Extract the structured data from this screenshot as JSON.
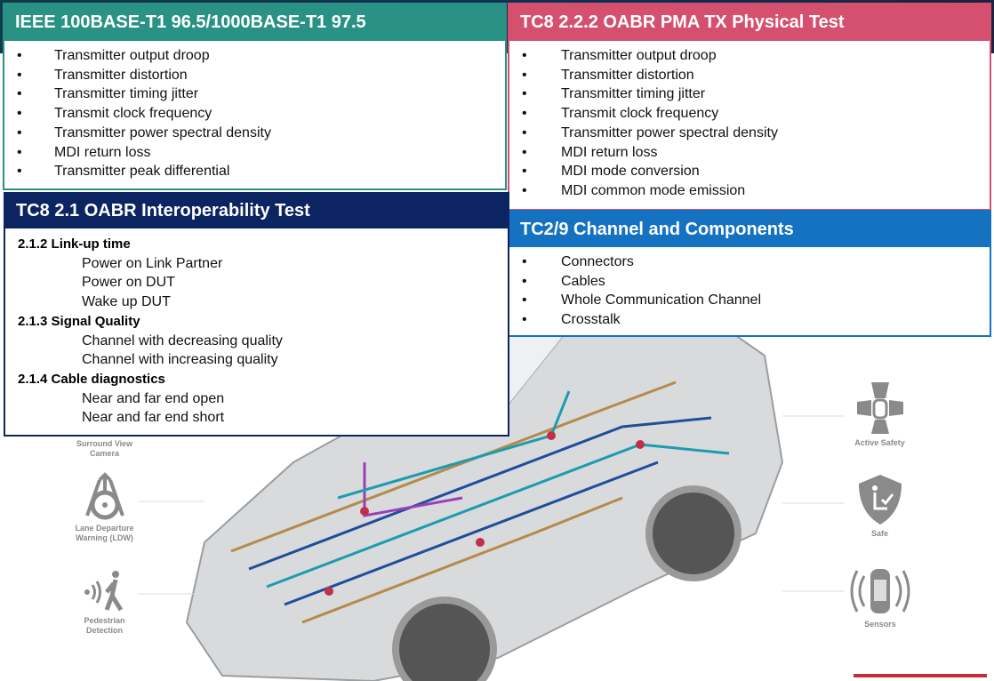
{
  "panels": {
    "ieee": {
      "title": "IEEE 100BASE-T1 96.5/1000BASE-T1 97.5",
      "color": "#2a9285",
      "items": [
        "Transmitter output droop",
        "Transmitter distortion",
        "Transmitter timing jitter",
        "Transmit clock frequency",
        "Transmitter power spectral density",
        "MDI return loss",
        "Transmitter peak differential"
      ]
    },
    "pma": {
      "title": "TC8 2.2.2 OABR PMA TX Physical Test",
      "color": "#d4506e",
      "items": [
        "Transmitter output droop",
        "Transmitter distortion",
        "Transmitter timing jitter",
        "Transmit clock frequency",
        "Transmitter power spectral density",
        "MDI return loss",
        "MDI mode conversion",
        "MDI common mode emission"
      ]
    },
    "interop": {
      "title": "TC8 2.1 OABR Interoperability Test",
      "color": "#0c2461",
      "sections": [
        {
          "heading": "2.1.2 Link-up time",
          "items": [
            "Power on Link Partner",
            "Power on DUT",
            "Wake up DUT"
          ]
        },
        {
          "heading": "2.1.3 Signal Quality",
          "items": [
            "Channel with decreasing quality",
            "Channel with increasing quality"
          ]
        },
        {
          "heading": "2.1.4 Cable diagnostics",
          "items": [
            "Near and far end open",
            "Near and far end short"
          ]
        }
      ]
    },
    "channel": {
      "title": "TC2/9 Channel and Components",
      "color": "#1572c0",
      "items": [
        "Connectors",
        "Cables",
        "Whole Communication Channel",
        "Crosstalk"
      ]
    }
  },
  "bullet": "•",
  "features": {
    "surround": "Surround View Camera",
    "ldw": "Lane Departure Warning (LDW)",
    "pedestrian": "Pedestrian Detection",
    "active_safety": "Active Safety",
    "safe": "Safe",
    "sensors": "Sensors"
  }
}
